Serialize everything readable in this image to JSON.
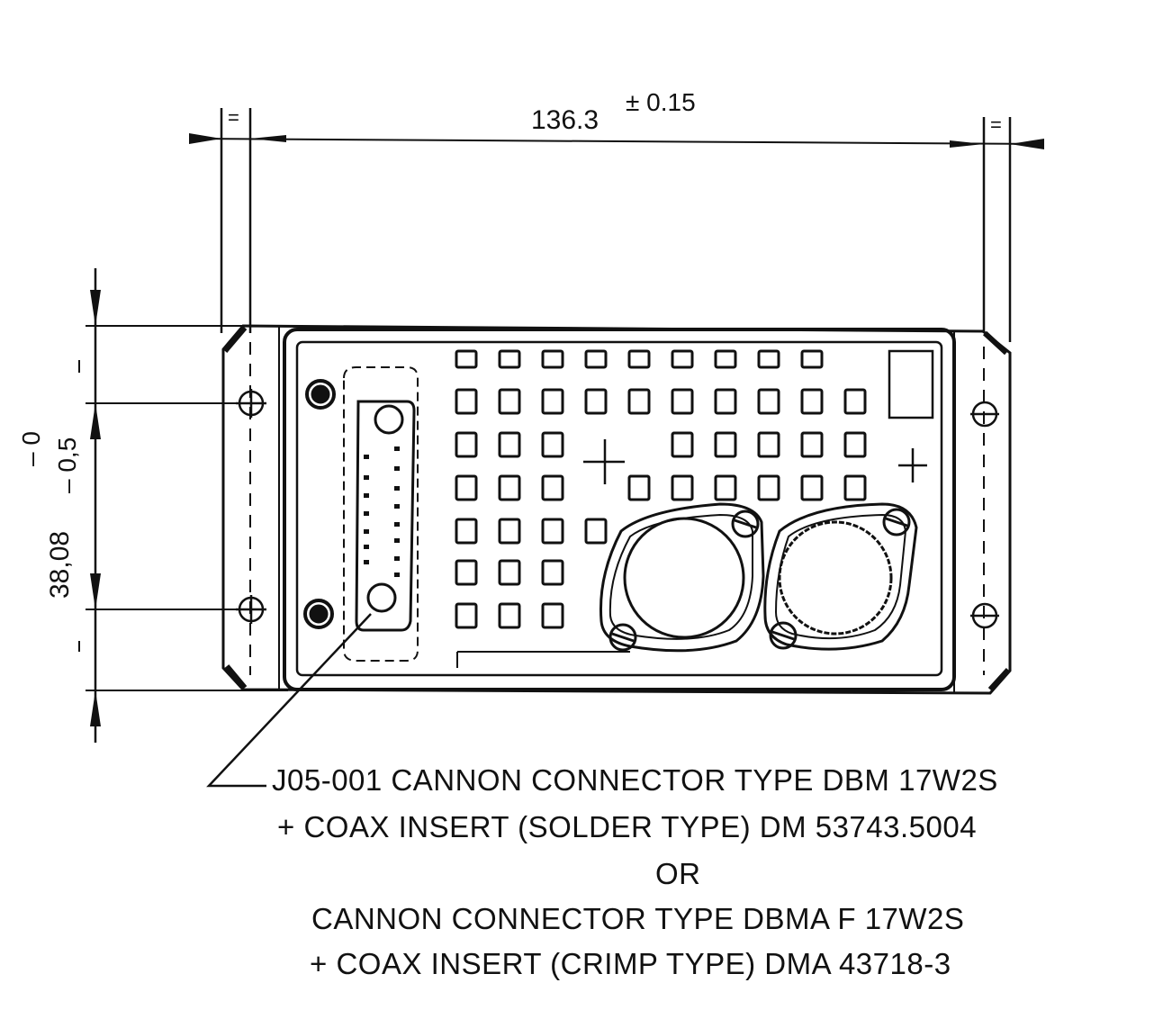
{
  "dimensions": {
    "width_value": "136.3",
    "width_tolerance": "± 0.15",
    "height_value": "38,08",
    "height_tol_upper": "– 0",
    "height_tol_lower": "– 0,5",
    "equal_mark": "="
  },
  "callout": {
    "lines": [
      "J05-001 CANNON CONNECTOR TYPE DBM 17W2S",
      "+ COAX INSERT (SOLDER TYPE) DM 53743.5004",
      "OR",
      "CANNON CONNECTOR TYPE DBMA F 17W2S",
      "+ COAX INSERT (CRIMP TYPE) DMA 43718-3"
    ]
  },
  "colors": {
    "ink": "#111111",
    "paper": "#ffffff"
  }
}
